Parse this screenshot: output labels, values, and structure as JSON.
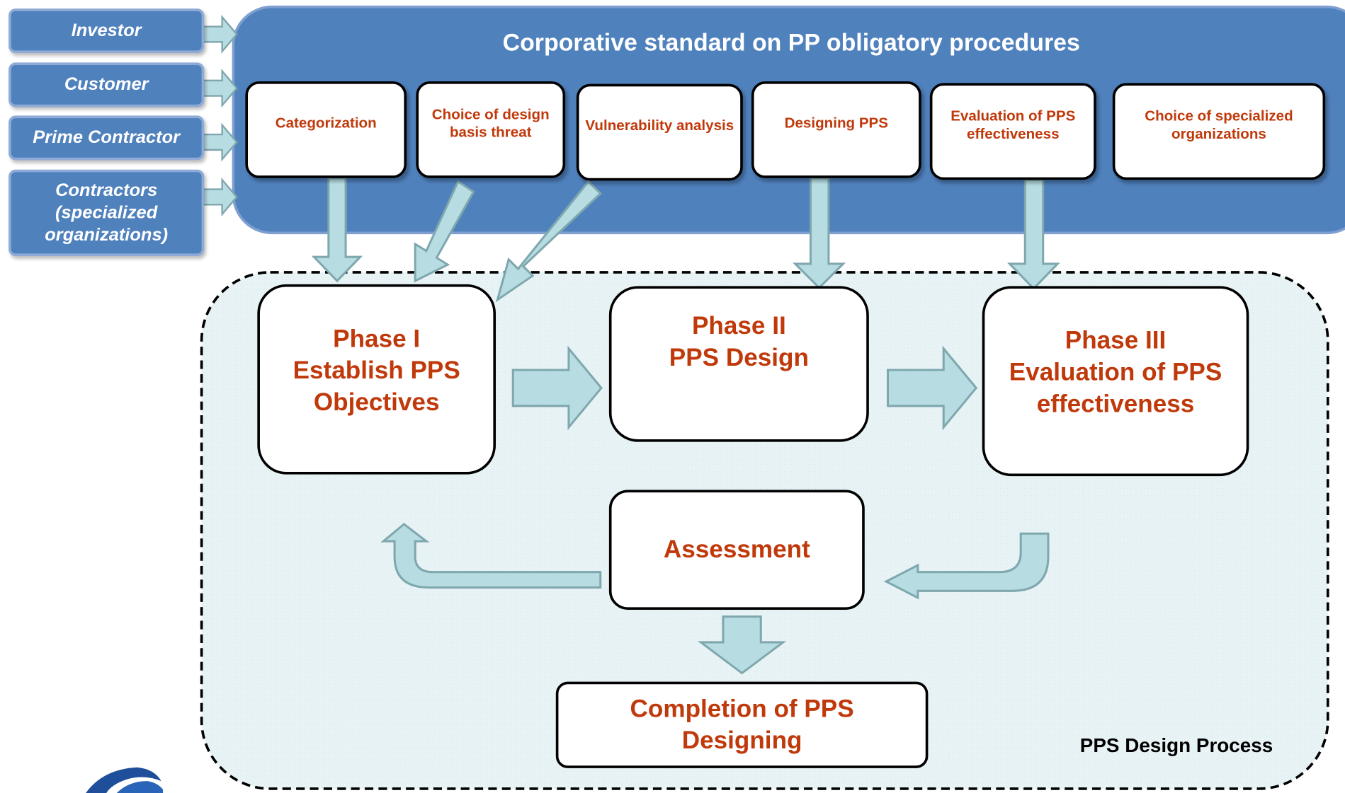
{
  "stakeholders": [
    "Investor",
    "Customer",
    "Prime Contractor",
    "Contractors\n(specialized\norganizations)"
  ],
  "corporate_standard": {
    "title": "Corporative standard on PP obligatory procedures",
    "procedures": [
      "Categorization",
      "Choice of design basis threat",
      "Vulnerability analysis",
      "Designing PPS",
      "Evaluation of PPS effectiveness",
      "Choice of specialized organizations"
    ]
  },
  "process": {
    "label": "PPS Design Process",
    "phase1": "Phase I\nEstablish PPS\nObjectives",
    "phase2": "Phase II\nPPS Design",
    "phase3": "Phase III\nEvaluation of  PPS\neffectiveness",
    "assessment": "Assessment",
    "completion": "Completion of PPS\nDesigning"
  },
  "colors": {
    "corporate_panel": "#4f81bd",
    "stakeholder_fill": "#4f81bd",
    "arrow_fill": "#b7dde2",
    "arrow_stroke": "#7fa7ae",
    "process_area_fill": "#eaf4f6",
    "box_text": "#c0390b"
  },
  "icons": {
    "logo": "company-logo-partial"
  }
}
